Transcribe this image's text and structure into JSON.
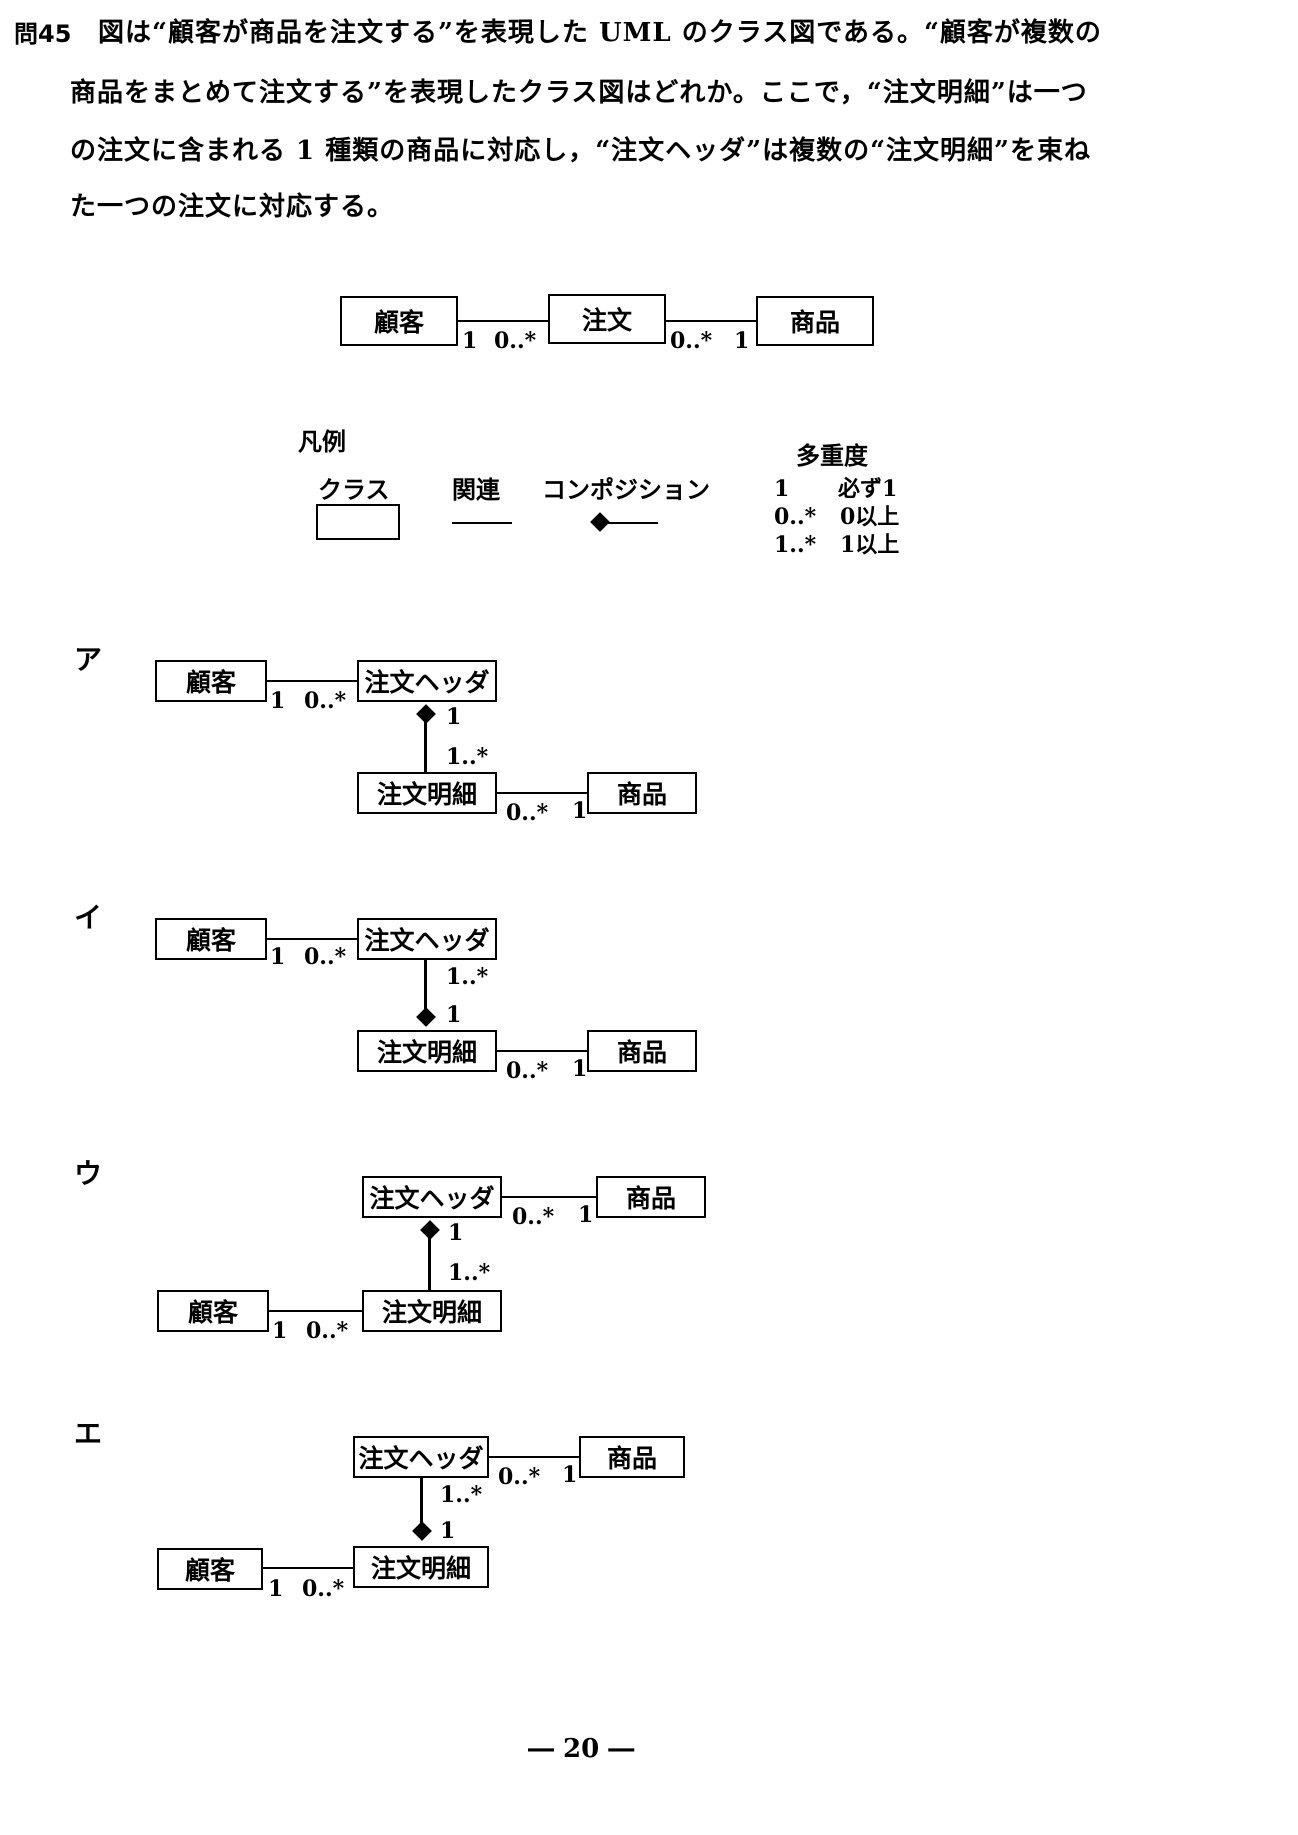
{
  "question": {
    "number": "問45",
    "lines": [
      "図は“顧客が商品を注文する”を表現した UML のクラス図である。“顧客が複数の",
      "商品をまとめて注文する”を表現したクラス図はどれか。ここで，“注文明細”は一つ",
      "の注文に含まれる 1 種類の商品に対応し，“注文ヘッダ”は複数の“注文明細”を束ね",
      "た一つの注文に対応する。"
    ]
  },
  "base": {
    "customer": "顧客",
    "order": "注文",
    "product": "商品",
    "m1": "1",
    "m2": "0..*",
    "m3": "0..*",
    "m4": "1"
  },
  "legend": {
    "title": "凡例",
    "class_label": "クラス",
    "assoc_label": "関連",
    "comp_label": "コンポジション",
    "mult_title": "多重度",
    "mult": [
      {
        "sym": "1",
        "desc": "必ず1"
      },
      {
        "sym": "0..*",
        "desc": "0以上"
      },
      {
        "sym": "1..*",
        "desc": "1以上"
      }
    ]
  },
  "options": [
    {
      "label": "ア",
      "customer": "顧客",
      "header": "注文ヘッダ",
      "detail": "注文明細",
      "product": "商品",
      "m_cust": "1",
      "m_ord": "0..*",
      "m_top": "1",
      "m_bot": "1..*",
      "m_prod_l": "0..*",
      "m_prod_r": "1"
    },
    {
      "label": "イ",
      "customer": "顧客",
      "header": "注文ヘッダ",
      "detail": "注文明細",
      "product": "商品",
      "m_cust": "1",
      "m_ord": "0..*",
      "m_top": "1..*",
      "m_bot": "1",
      "m_prod_l": "0..*",
      "m_prod_r": "1"
    },
    {
      "label": "ウ",
      "customer": "顧客",
      "header": "注文ヘッダ",
      "detail": "注文明細",
      "product": "商品",
      "m_cust": "1",
      "m_ord": "0..*",
      "m_top": "1",
      "m_bot": "1..*",
      "m_prod_l": "0..*",
      "m_prod_r": "1"
    },
    {
      "label": "エ",
      "customer": "顧客",
      "header": "注文ヘッダ",
      "detail": "注文明細",
      "product": "商品",
      "m_cust": "1",
      "m_ord": "0..*",
      "m_top": "1..*",
      "m_bot": "1",
      "m_prod_l": "0..*",
      "m_prod_r": "1"
    }
  ],
  "page_number": "― 20 ―"
}
